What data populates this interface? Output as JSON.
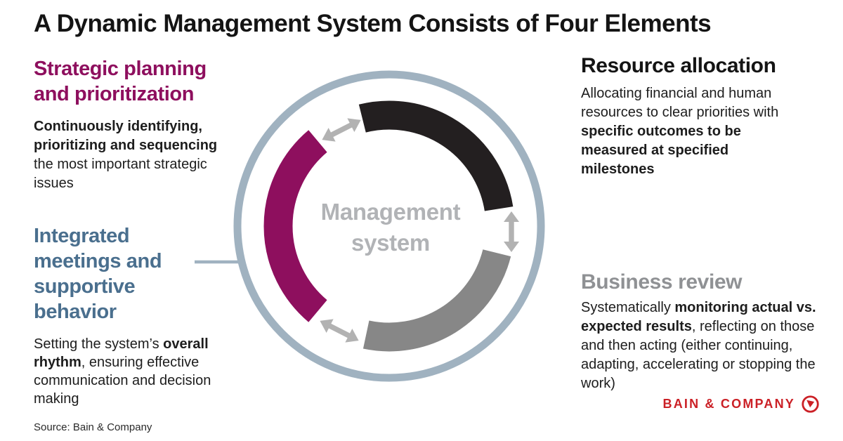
{
  "title": "A Dynamic Management System Consists of Four Elements",
  "colors": {
    "maroon": "#8E0F5E",
    "steel_blue": "#4A6F8E",
    "ring_blue": "#A0B2C0",
    "black_arc": "#231F20",
    "gray_arc": "#878787",
    "arrow_gray": "#B2B2B2",
    "center_gray": "#B1B3B6",
    "business_gray": "#8F9194",
    "bain_red": "#CB2026",
    "text_dark": "#1D1D1D"
  },
  "sections": {
    "strategic": {
      "heading": "Strategic planning and prioritization",
      "body_bold": "Continuously identifying, prioritizing and sequencing",
      "body_post": " the most important strategic issues"
    },
    "resource": {
      "heading": "Resource allocation",
      "body_pre": "Allocating financial and human resources to clear priorities with ",
      "body_bold": "specific outcomes to be measured at specified milestones"
    },
    "integrated": {
      "heading": "Integrated meetings and supportive behavior",
      "body_pre": "Setting the system’s ",
      "body_bold": "overall rhythm",
      "body_post": ", ensuring effective communication and decision making"
    },
    "business": {
      "heading": "Business review",
      "body_pre": "Systematically ",
      "body_bold": "monitoring actual vs. expected results",
      "body_post": ", reflecting on those and then acting (either continuing, adapting, accelerating or stopping the work)"
    }
  },
  "center": {
    "line1": "Management",
    "line2": "system"
  },
  "source": "Source: Bain & Company",
  "logo": {
    "name": "BAIN & COMPANY"
  }
}
